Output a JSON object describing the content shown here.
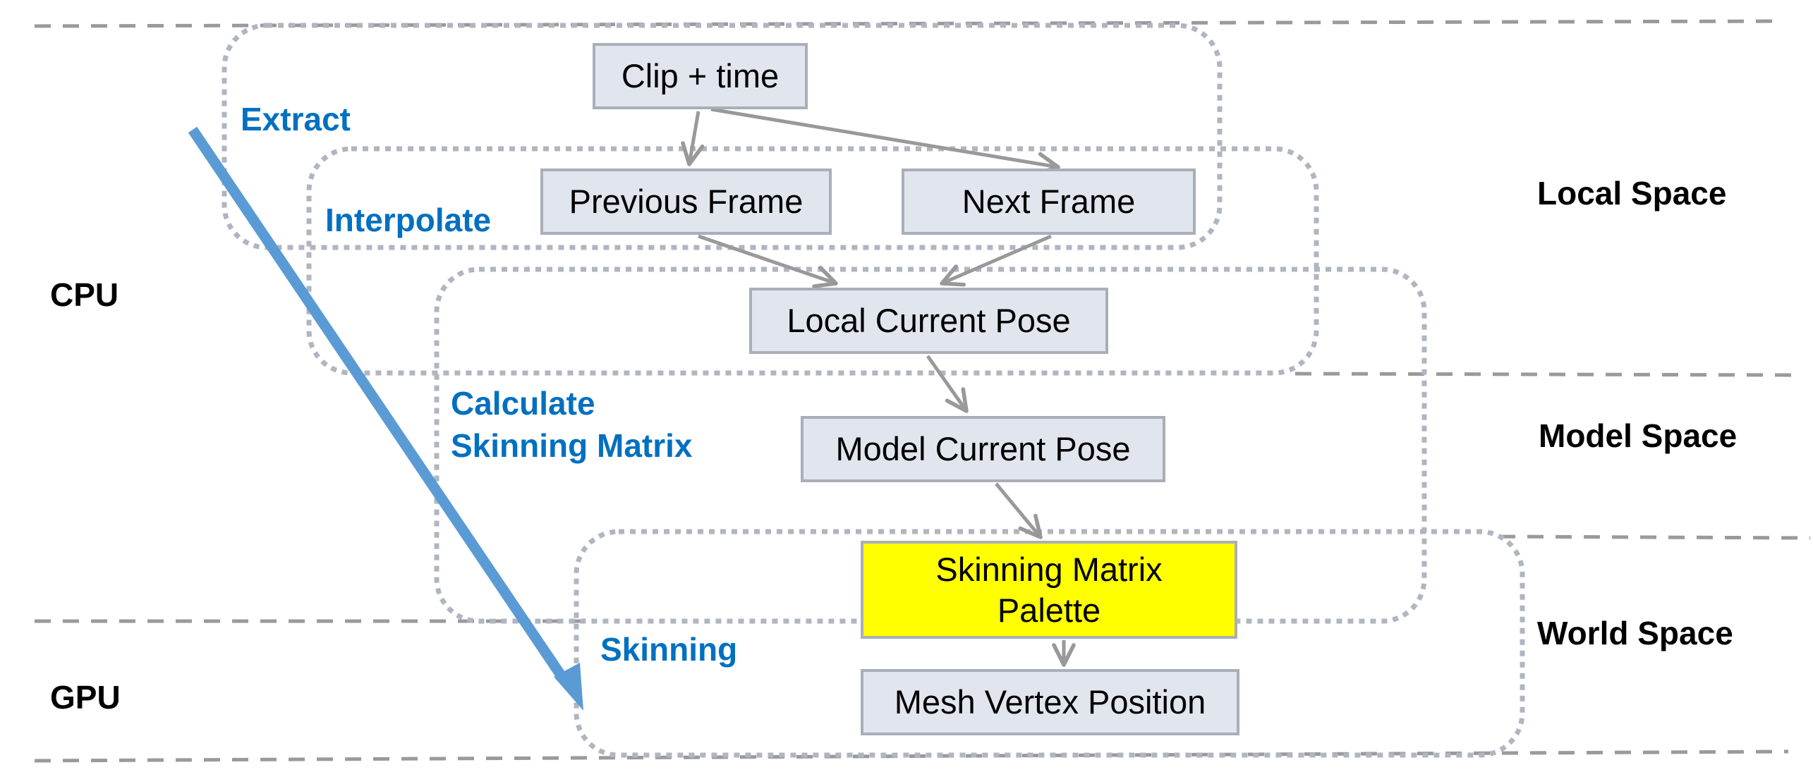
{
  "diagram": {
    "title": "Skeletal animation pipeline",
    "colors": {
      "node_fill": "#e1e5ee",
      "node_border": "#a9aeb8",
      "highlight_fill": "#ffff00",
      "group_label": "#0070c0",
      "flow_arrow": "#5b9bd5",
      "edge": "#999999",
      "group_border": "#b0b5c0",
      "separator": "#9a9a9a"
    },
    "nodes": {
      "clip_time": "Clip + time",
      "previous_frame": "Previous Frame",
      "next_frame": "Next Frame",
      "local_current_pose": "Local Current Pose",
      "model_current_pose": "Model Current Pose",
      "skinning_matrix_palette_line1": "Skinning Matrix",
      "skinning_matrix_palette_line2": "Palette",
      "mesh_vertex_position": "Mesh Vertex Position"
    },
    "groups": {
      "extract": "Extract",
      "interpolate": "Interpolate",
      "calculate_line1": "Calculate",
      "calculate_line2": "Skinning Matrix",
      "skinning": "Skinning"
    },
    "processors": {
      "cpu": "CPU",
      "gpu": "GPU"
    },
    "spaces": {
      "local": "Local Space",
      "model": "Model Space",
      "world": "World Space"
    },
    "edges": [
      {
        "from": "clip_time",
        "to": "previous_frame"
      },
      {
        "from": "clip_time",
        "to": "next_frame"
      },
      {
        "from": "previous_frame",
        "to": "local_current_pose"
      },
      {
        "from": "next_frame",
        "to": "local_current_pose"
      },
      {
        "from": "local_current_pose",
        "to": "model_current_pose"
      },
      {
        "from": "model_current_pose",
        "to": "skinning_matrix_palette"
      },
      {
        "from": "skinning_matrix_palette",
        "to": "mesh_vertex_position"
      }
    ]
  }
}
